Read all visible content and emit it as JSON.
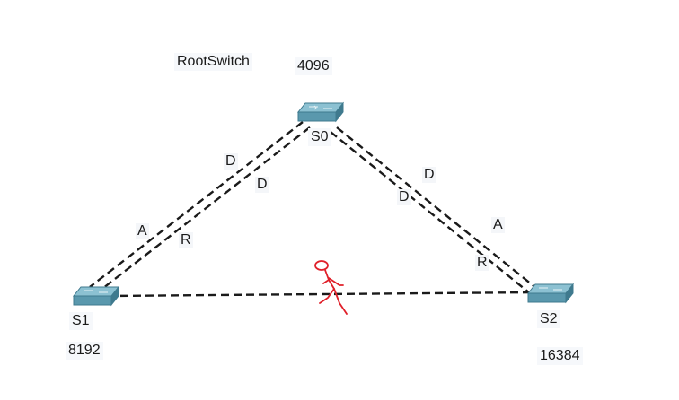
{
  "diagram": {
    "root_label": "RootSwitch",
    "switches": {
      "s0": {
        "name": "S0",
        "priority": "4096"
      },
      "s1": {
        "name": "S1",
        "priority": "8192"
      },
      "s2": {
        "name": "S2",
        "priority": "16384"
      }
    },
    "ports": {
      "s0_s1_upper": "D",
      "s0_s1_lower": "D",
      "s1_s0_upper": "A",
      "s1_s0_lower": "R",
      "s0_s2_upper": "D",
      "s0_s2_lower": "D",
      "s2_s0_upper": "A",
      "s2_s0_lower": "R"
    },
    "colors": {
      "switch_top": "#7fb6c8",
      "switch_side": "#4d8ba1",
      "annotation": "#e0202a"
    }
  }
}
